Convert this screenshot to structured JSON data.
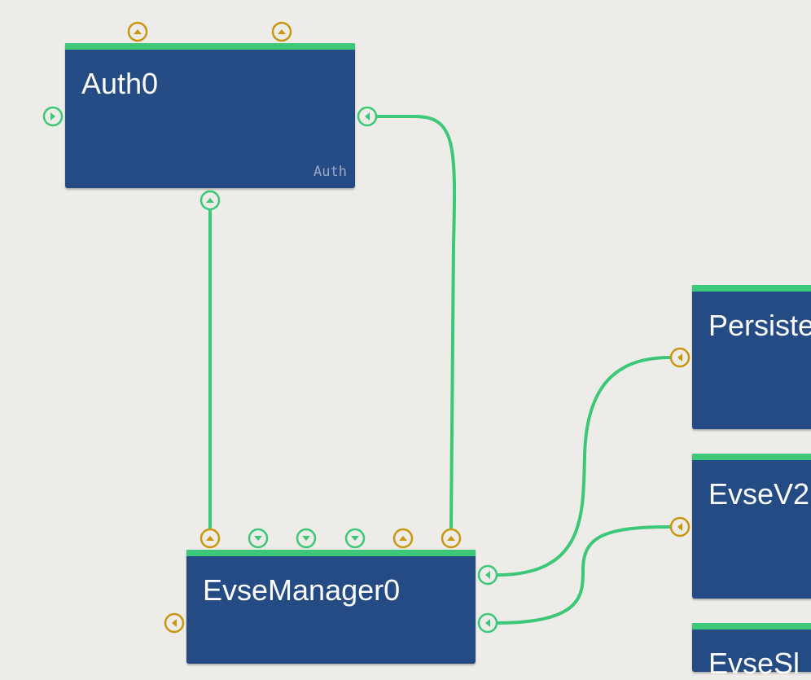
{
  "canvas": {
    "background": "#eeece8",
    "node_color": "#254b84",
    "header_color": "#3cc878",
    "connection_color": "#3cc878",
    "provides_port_color": "#c8960f",
    "requires_port_color": "#3cc878"
  },
  "nodes": {
    "auth": {
      "title": "Auth0",
      "type": "Auth"
    },
    "evse_manager": {
      "title": "EvseManager0",
      "type": ""
    },
    "persistent": {
      "title": "Persiste",
      "type": ""
    },
    "evse_v2g": {
      "title": "EvseV2",
      "type": ""
    },
    "evse_sl": {
      "title": "EvseSl",
      "type": ""
    }
  },
  "icons": {
    "port_up": "chevron-up-icon",
    "port_down": "chevron-down-icon",
    "port_left": "chevron-left-icon",
    "port_right": "chevron-right-icon"
  }
}
